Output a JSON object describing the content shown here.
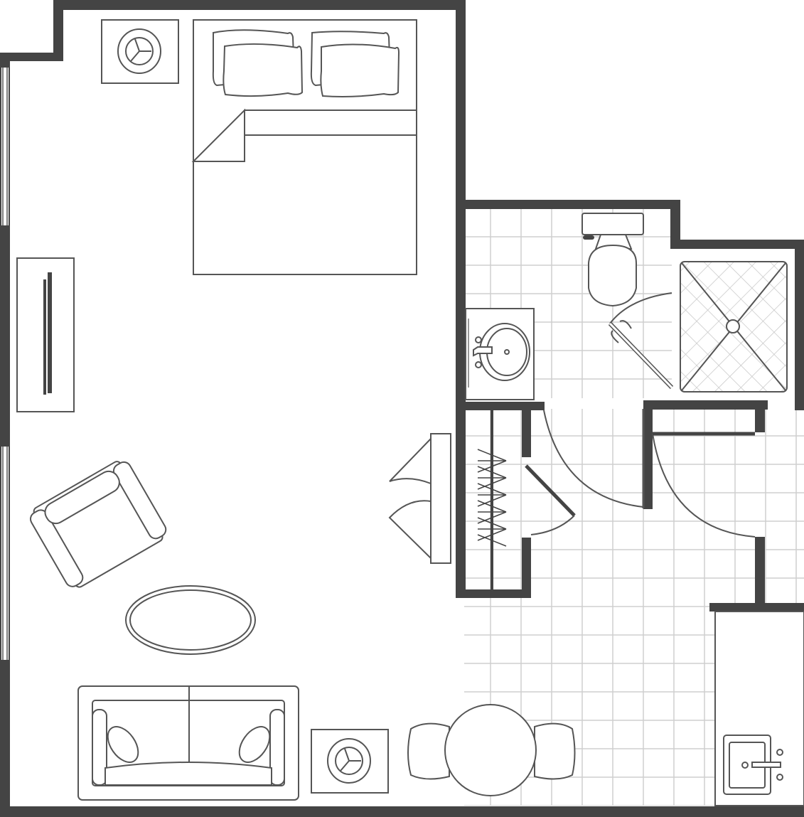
{
  "plan": {
    "colors": {
      "wall": "#444444",
      "furniture_line": "#555555",
      "tile_grid": "#cfcfcf",
      "background": "#ffffff"
    },
    "rooms": [
      "bedroom-living",
      "bathroom",
      "closet",
      "entry-kitchenette"
    ],
    "fixtures": [
      "bed",
      "nightstand-lamp",
      "side-table-lamp",
      "dresser-tv",
      "armchair",
      "oval-rug",
      "sofa",
      "round-table",
      "dining-chair",
      "dining-chair",
      "toilet",
      "vanity-sink",
      "shower",
      "closet-rod",
      "kitchenette-sink",
      "wall-shelf"
    ]
  }
}
